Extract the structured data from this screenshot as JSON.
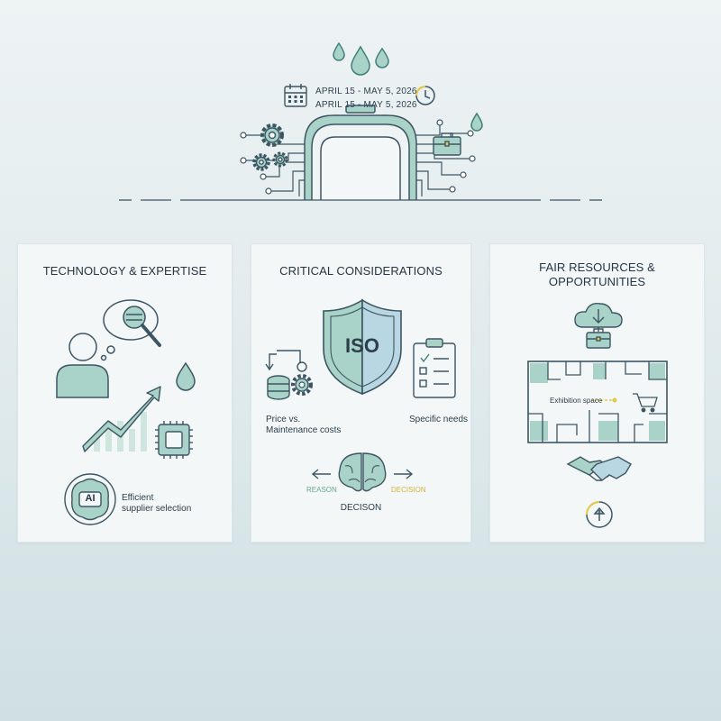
{
  "header": {
    "date_line_1": "APRIL 15 - MAY 5, 2026",
    "date_line_2": "APRIL 15 - MAY 5, 2026",
    "icons": [
      "water-drop-icon",
      "calendar-icon",
      "clock-icon",
      "gear-icon",
      "briefcase-icon",
      "circuit-icon"
    ]
  },
  "cards": {
    "technology": {
      "title": "TECHNOLOGY & EXPERTISE",
      "ai_badge": "AI",
      "supplier_label_1": "Efficient",
      "supplier_label_2": "supplier selection"
    },
    "critical": {
      "title": "CRITICAL CONSIDERATIONS",
      "iso_label": "ISO",
      "price_label_1": "Price vs.",
      "price_label_2": "Maintenance costs",
      "specific_label": "Specific needs",
      "reason_label": "REASON",
      "decision_small_label": "DECISION",
      "decision_label": "DECISON"
    },
    "fair": {
      "title_1": "FAIR RESOURCES &",
      "title_2": "OPPORTUNITIES",
      "exhibition_label": "Exhibition space"
    }
  },
  "colors": {
    "teal_fill": "#a9d3c8",
    "teal_stroke": "#3f7f78",
    "line": "#3d5563",
    "blue_fill": "#b9d6e3",
    "accent_yellow": "#e5c94a",
    "accent_green": "#6aa88a"
  }
}
